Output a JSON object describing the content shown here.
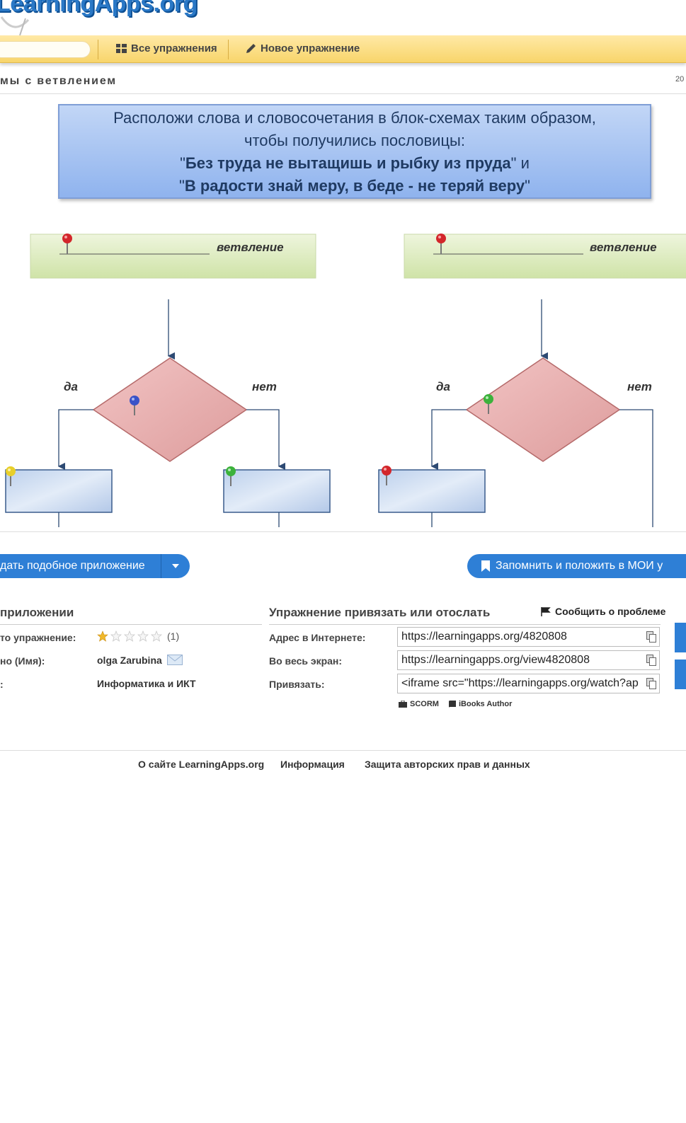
{
  "header": {
    "logo_text": "LearningApps.org",
    "nav_all": "Все упражнения",
    "nav_new": "Новое упражнение",
    "page_title": "мы с ветвлением",
    "date_fragment": "20"
  },
  "exercise": {
    "task_lines": [
      "Расположи слова и словосочетания в блок-схемах таким образом,",
      "чтобы получились пословицы:",
      "\"Без труда не вытащишь и рыбку из пруда\" и",
      "\"В радости знай меру, в беде - не теряй веру\""
    ],
    "task_bold_1": "Без труда не вытащишь и рыбку из пруда",
    "task_bold_2": "В радости знай меру, в беде - не теряй веру",
    "task_and": " и",
    "branch_label": "ветвление",
    "yes_label": "да",
    "no_label": "нет",
    "pin_colors": {
      "red": "#d3262b",
      "blue": "#3a53c8",
      "yellow": "#e8cf2a",
      "green": "#3cb23c"
    }
  },
  "actions": {
    "create_similar": "дать подобное приложение",
    "remember": "Запомнить и положить в МОИ у"
  },
  "info": {
    "left_heading": "приложении",
    "rating_label": "то упражнение:",
    "rating_value": 1,
    "rating_max": 5,
    "rating_count": "(1)",
    "author_label": "но (Имя):",
    "author_value": "olga Zarubina",
    "subject_label": ":",
    "subject_value": "Информатика и ИКТ"
  },
  "share": {
    "heading": "Упражнение привязать или отослать",
    "report": "Сообщить о проблеме",
    "address_label": "Адрес в Интернете:",
    "address_value": "https://learningapps.org/4820808",
    "fullscreen_label": "Во весь экран:",
    "fullscreen_value": "https://learningapps.org/view4820808",
    "embed_label": "Привязать:",
    "embed_value": "<iframe src=\"https://learningapps.org/watch?ap",
    "scorm": "SCORM",
    "ibooks": "iBooks Author"
  },
  "footer": {
    "about": "О сайте LearningApps.org",
    "info": "Информация",
    "privacy": "Защита авторских прав и данных"
  }
}
